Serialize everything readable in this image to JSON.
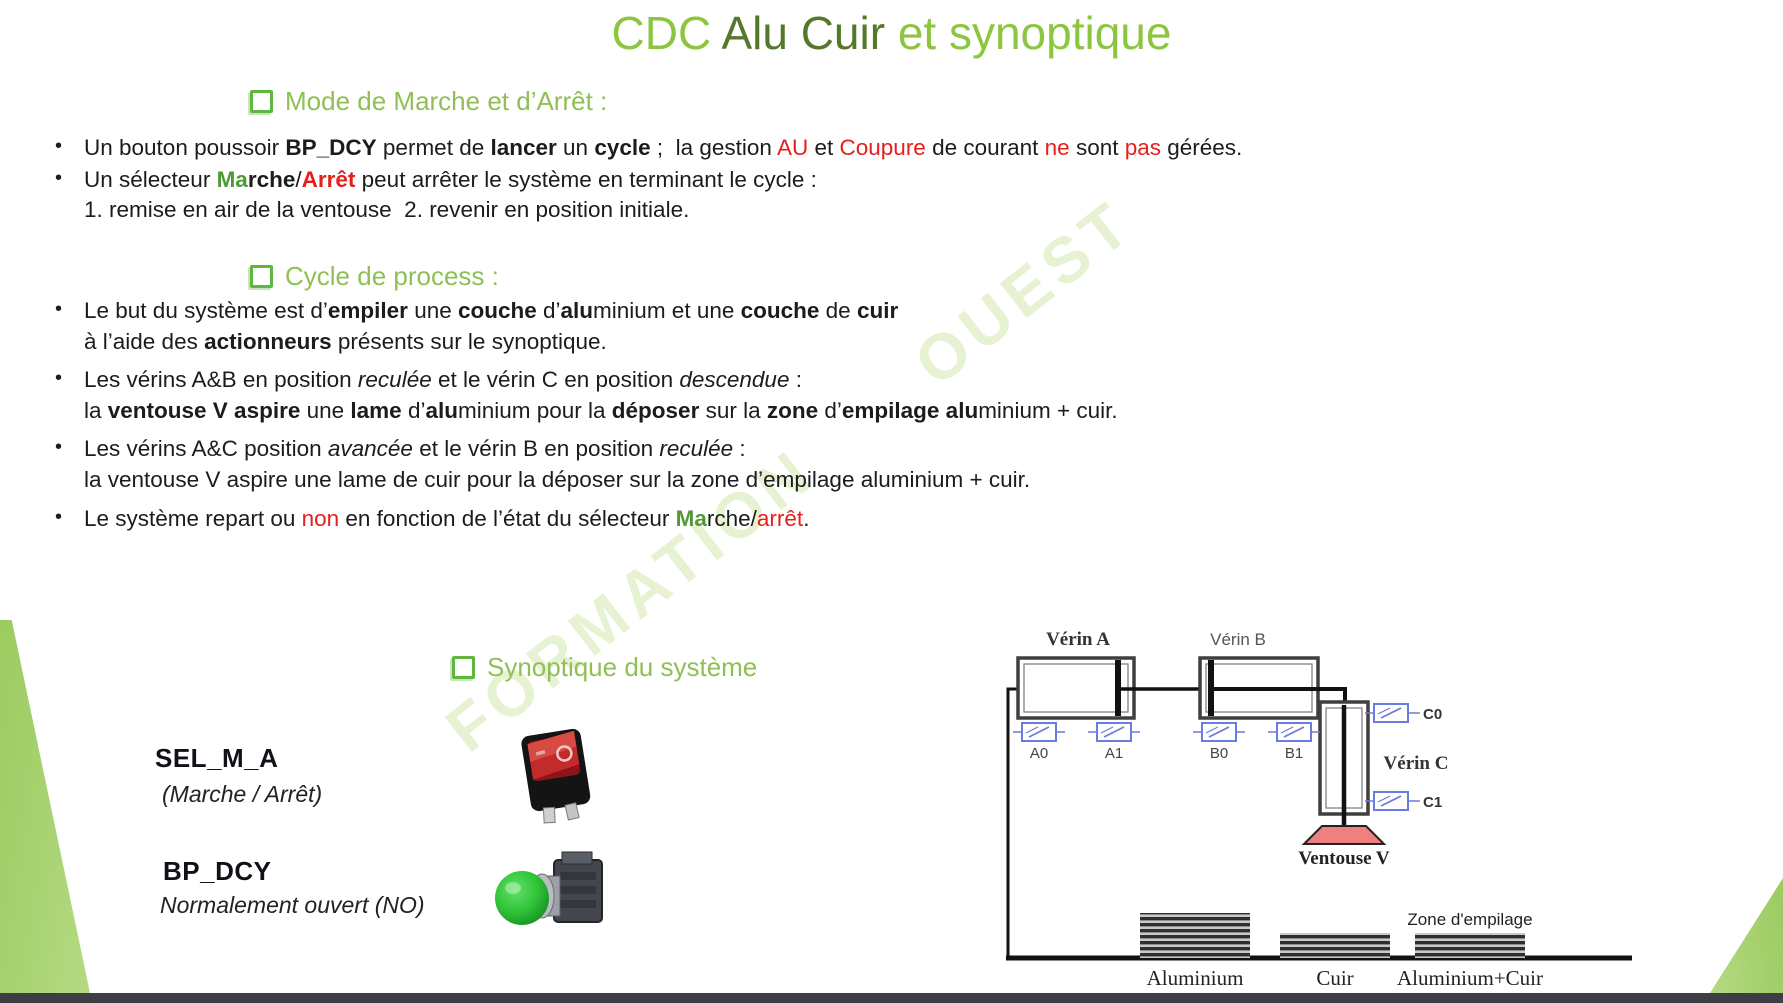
{
  "title": {
    "part1": "CDC ",
    "part2": "Alu Cuir",
    "part3": " et synoptique"
  },
  "bullet_char": "•",
  "watermark": "FORMATION      OUEST",
  "mode": {
    "heading": "Mode de Marche et d’Arrêt :",
    "lines": [
      {
        "segs": [
          [
            "n",
            "Un bouton poussoir "
          ],
          [
            "b",
            "BP_DCY"
          ],
          [
            "n",
            " permet de "
          ],
          [
            "b",
            "lancer"
          ],
          [
            "n",
            " un "
          ],
          [
            "b",
            "cycle"
          ],
          [
            "n",
            " ;  la gestion "
          ],
          [
            "r",
            "AU"
          ],
          [
            "n",
            " et "
          ],
          [
            "r",
            "Coupure"
          ],
          [
            "n",
            " de courant "
          ],
          [
            "r",
            "ne"
          ],
          [
            "n",
            " sont "
          ],
          [
            "r",
            "pas"
          ],
          [
            "n",
            " gérées."
          ]
        ]
      },
      {
        "segs": [
          [
            "n",
            "Un sélecteur "
          ],
          [
            "gb",
            "Ma"
          ],
          [
            "b",
            "rche"
          ],
          [
            "n",
            "/"
          ],
          [
            "rb",
            "Arrêt"
          ],
          [
            "n",
            " peut arrêter le système en terminant le cycle :"
          ]
        ]
      },
      {
        "segs": [
          [
            "n",
            "1. remise en air de la ventouse  2. revenir en position initiale."
          ]
        ]
      }
    ]
  },
  "process": {
    "heading": "Cycle de process :",
    "lines": [
      {
        "segs": [
          [
            "n",
            "Le but du système est d’"
          ],
          [
            "b",
            "empiler"
          ],
          [
            "n",
            " une "
          ],
          [
            "b",
            "couche"
          ],
          [
            "n",
            " d’"
          ],
          [
            "b",
            "alu"
          ],
          [
            "n",
            "minium et une "
          ],
          [
            "b",
            "couche"
          ],
          [
            "n",
            " de "
          ],
          [
            "b",
            "cuir"
          ]
        ]
      },
      {
        "segs": [
          [
            "n",
            "à l’aide des "
          ],
          [
            "b",
            "actionneurs"
          ],
          [
            "n",
            " présents sur le synoptique."
          ]
        ]
      },
      {
        "segs": [
          [
            "n",
            "Les vérins A&B en position "
          ],
          [
            "i",
            "reculée"
          ],
          [
            "n",
            " et le vérin C en position "
          ],
          [
            "i",
            "descendue"
          ],
          [
            "n",
            " :"
          ]
        ]
      },
      {
        "segs": [
          [
            "n",
            "la "
          ],
          [
            "b",
            "ventouse V aspire"
          ],
          [
            "n",
            " une "
          ],
          [
            "b",
            "lame"
          ],
          [
            "n",
            " d’"
          ],
          [
            "b",
            "alu"
          ],
          [
            "n",
            "minium pour la "
          ],
          [
            "b",
            "déposer"
          ],
          [
            "n",
            " sur la "
          ],
          [
            "b",
            "zone"
          ],
          [
            "n",
            " d’"
          ],
          [
            "b",
            "empilage alu"
          ],
          [
            "n",
            "minium + cuir."
          ]
        ]
      },
      {
        "segs": [
          [
            "n",
            "Les vérins A&C position "
          ],
          [
            "i",
            "avancée"
          ],
          [
            "n",
            " et le vérin B en position "
          ],
          [
            "i",
            "reculée"
          ],
          [
            "n",
            " :"
          ]
        ]
      },
      {
        "segs": [
          [
            "n",
            "la ventouse V aspire une lame de cuir pour la déposer sur la zone d’empilage aluminium + cuir."
          ]
        ]
      },
      {
        "segs": [
          [
            "n",
            "Le système repart ou "
          ],
          [
            "r",
            "non"
          ],
          [
            "n",
            " en fonction de l’état du sélecteur "
          ],
          [
            "gb",
            "Ma"
          ],
          [
            "n",
            "rche/"
          ],
          [
            "r",
            "arrêt"
          ],
          [
            "n",
            "."
          ]
        ]
      }
    ]
  },
  "synoptique": {
    "heading": "Synoptique du système"
  },
  "controls": {
    "selector": {
      "name": "SEL_M_A",
      "subtitle": "(Marche / Arrêt)"
    },
    "button": {
      "name": "BP_DCY",
      "subtitle": "Normalement ouvert (NO)"
    }
  },
  "diagram": {
    "verin_a": "Vérin A",
    "verin_b": "Vérin B",
    "verin_c": "Vérin C",
    "ventouse": "Ventouse V",
    "zone": "Zone d'empilage",
    "sensors": {
      "a0": "A0",
      "a1": "A1",
      "b0": "B0",
      "b1": "B1",
      "c0": "C0",
      "c1": "C1"
    },
    "stacks": {
      "aluminium": "Aluminium",
      "cuir": "Cuir",
      "alu_cuir": "Aluminium+Cuir"
    }
  },
  "colors": {
    "title_light_green": "#8CC63F",
    "title_dark_green": "#55792B",
    "heading_green": "#8FBF55",
    "emphasis_red": "#E4201C",
    "emphasis_green": "#4F9936",
    "sensor_blue": "#6B7CE0",
    "ventouse_red": "#EF8080",
    "corner_green": "#ABD377"
  }
}
